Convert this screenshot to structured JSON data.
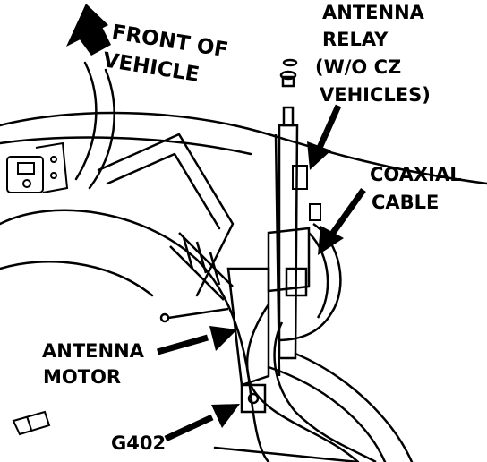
{
  "labels": {
    "front_l1": "FRONT OF",
    "front_l2": "VEHICLE",
    "relay_l1": "ANTENNA",
    "relay_l2": "RELAY",
    "relay_l3": "(W/O CZ",
    "relay_l4": "VEHICLES)",
    "coax_l1": "COAXIAL",
    "coax_l2": "CABLE",
    "motor_l1": "ANTENNA",
    "motor_l2": "MOTOR",
    "ground": "G402"
  },
  "colors": {
    "ink": "#000000",
    "paper": "#ffffff"
  }
}
